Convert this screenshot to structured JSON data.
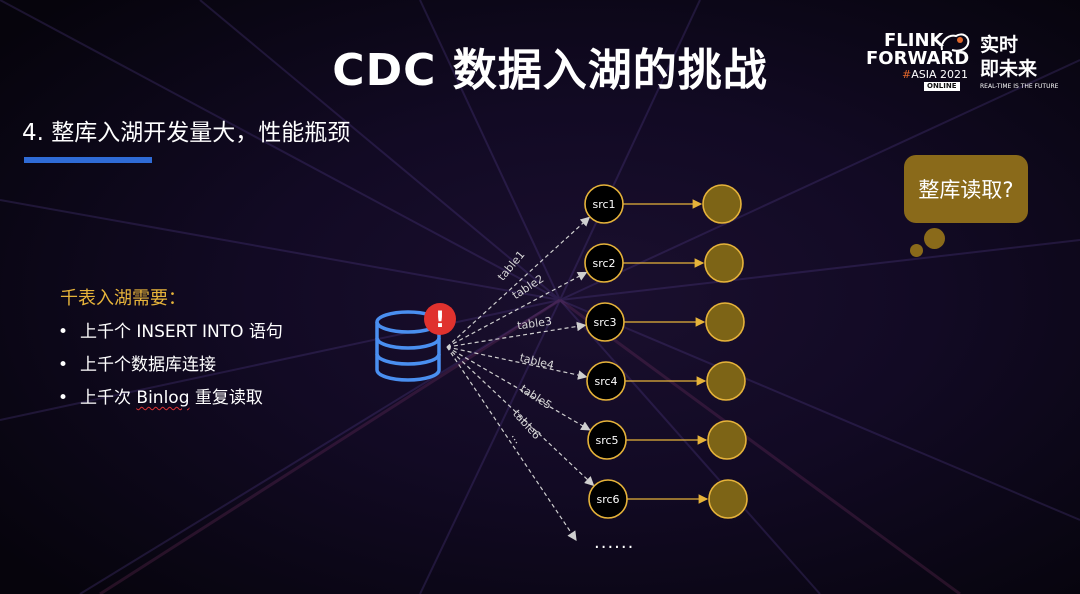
{
  "title": "CDC 数据入湖的挑战",
  "subtitle": "4. 整库入湖开发量大，性能瓶颈",
  "logo": {
    "flink": "FLINK",
    "forward": "FORWARD",
    "asia_hash": "#",
    "asia_text": "ASIA 2021",
    "online": "ONLINE",
    "cn_line1": "实时",
    "cn_line2": "即未来",
    "tagline": "REAL-TIME IS THE FUTURE"
  },
  "callout": "整库读取?",
  "requirements": {
    "title": "千表入湖需要：",
    "items": [
      {
        "bullet": "•",
        "pre": "上千个 INSERT INTO 语句",
        "mid": "",
        "post": ""
      },
      {
        "bullet": "•",
        "pre": "上千个数据库连接",
        "mid": "",
        "post": ""
      },
      {
        "bullet": "•",
        "pre": "上千次 ",
        "mid": "Binlog",
        "post": " 重复读取"
      }
    ]
  },
  "diagram": {
    "sources": [
      "src1",
      "src2",
      "src3",
      "src4",
      "src5",
      "src6"
    ],
    "tables": [
      "table1",
      "table2",
      "table3",
      "table4",
      "table5",
      "table6"
    ],
    "extra_edge_label": "...",
    "more": "......",
    "alert": "!"
  },
  "colors": {
    "accent_blue": "#2f6bd6",
    "gold": "#e6b33a",
    "node_fill": "#7d6416",
    "bubble": "#8a6a1a",
    "alert_red": "#e0322e",
    "db_blue": "#4a8ff0"
  }
}
